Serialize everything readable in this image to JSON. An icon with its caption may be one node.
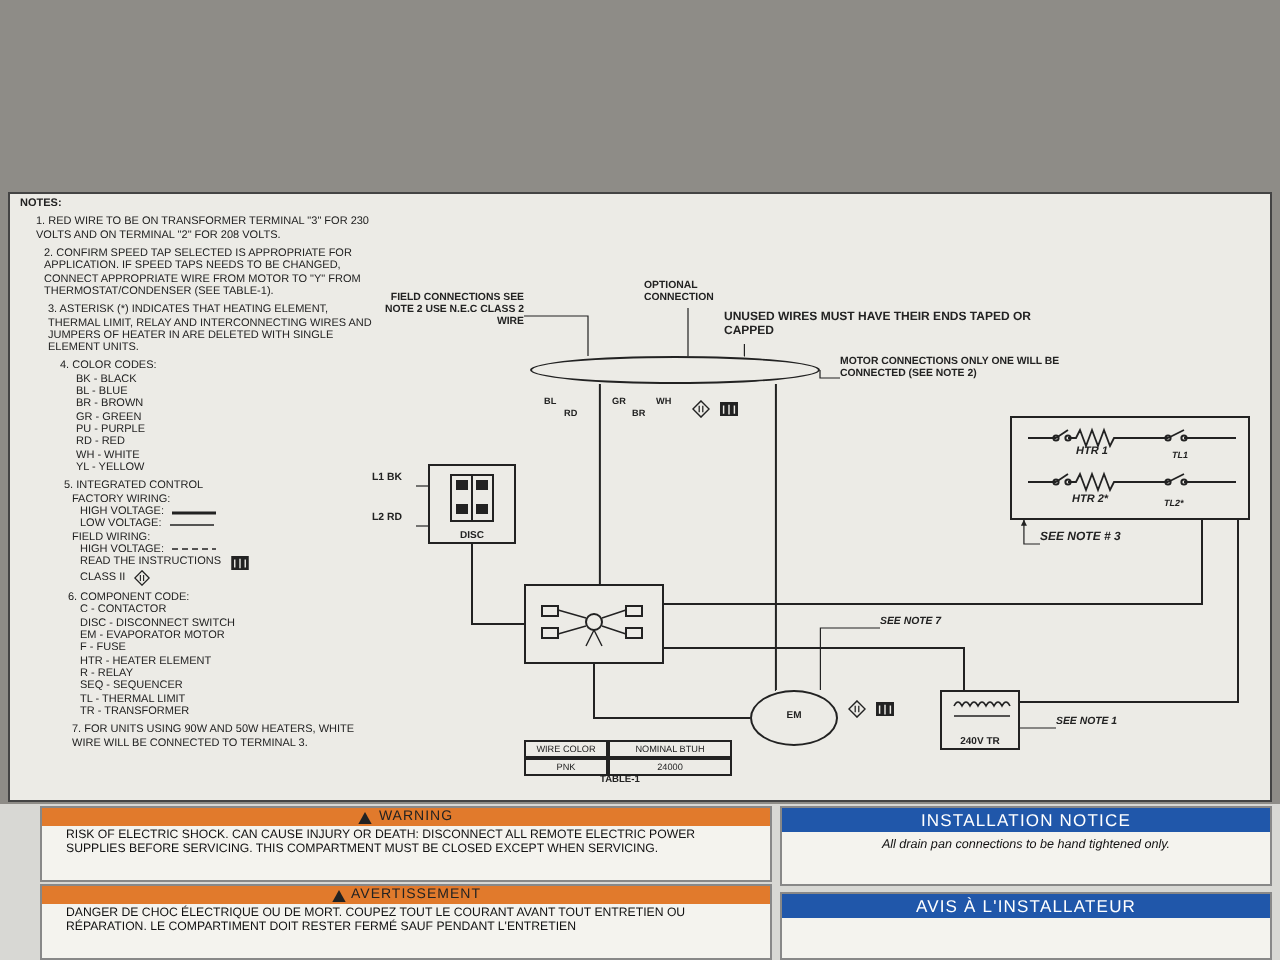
{
  "diagram": {
    "nodes": [
      {
        "text": [
          "FIELD CONNECTIONS SEE NOTE 2 USE N.E.C CLASS 2 WIRE"
        ]
      },
      {
        "text": [
          "OPTIONAL CONNECTION"
        ]
      },
      {
        "text": [
          "UNUSED WIRES MUST HAVE THEIR ENDS TAPED OR CAPPED"
        ]
      },
      {
        "text": [
          "MOTOR CONNECTIONS ONLY ONE WILL BE CONNECTED (SEE NOTE 2)"
        ]
      },
      {
        "text": [],
        "shape": "ellipse"
      },
      {
        "text": [
          "DISC"
        ]
      },
      {
        "text": [],
        "shape": "box"
      },
      {
        "text": [
          "HTR 1",
          "TL1",
          "HTR 2*",
          "TL2*"
        ]
      },
      {
        "text": [
          "SEE NOTE # 3"
        ]
      },
      {
        "text": [
          "EM"
        ]
      },
      {
        "text": [
          "SEE NOTE 7"
        ]
      },
      {
        "text": [
          "240V TR"
        ]
      },
      {
        "text": [
          "SEE NOTE 1"
        ]
      },
      {
        "text": [
          "L1 BK"
        ]
      },
      {
        "text": [
          "L2 RD"
        ]
      },
      {
        "text": [
          "WARNING",
          "RISK OF ELECTRIC SHOCK. CAN CAUSE INJURY OR DEATH: DISCONNECT ALL REMOTE ELECTRIC POWER SUPPLIES BEFORE SERVICING. THIS COMPARTMENT MUST BE CLOSED EXCEPT WHEN SERVICING."
        ]
      },
      {
        "text": [
          "AVERTISSEMENT",
          "DANGER DE CHOC ÉLECTRIQUE OU DE MORT. COUPEZ TOUT LE COURANT AVANT TOUT ENTRETIEN OU RÉPARATION. LE COMPARTIMENT DOIT RESTER FERMÉ SAUF PENDANT L'ENTRETIEN"
        ]
      },
      {
        "text": [
          "INSTALLATION NOTICE",
          "All drain pan connections to be hand tightened only."
        ]
      },
      {
        "text": [
          "AVIS À L'INSTALLATEUR"
        ]
      }
    ],
    "edges": [
      {
        "from": 0,
        "to": 4,
        "arrow": "none"
      },
      {
        "from": 1,
        "to": 4,
        "arrow": "none"
      },
      {
        "from": 2,
        "to": 4,
        "arrow": "none"
      },
      {
        "from": 3,
        "to": 4,
        "arrow": "none"
      },
      {
        "from": 8,
        "to": 7,
        "arrow": "to"
      },
      {
        "from": 10,
        "to": 9,
        "arrow": "none"
      },
      {
        "from": 12,
        "to": 11,
        "arrow": "none"
      },
      {
        "from": 13,
        "to": 5,
        "arrow": "none"
      },
      {
        "from": 14,
        "to": 5,
        "arrow": "none"
      },
      {
        "from": 5,
        "to": 6,
        "arrow": "none"
      },
      {
        "from": 4,
        "to": 6,
        "arrow": "none"
      },
      {
        "from": 4,
        "to": 9,
        "arrow": "none"
      },
      {
        "from": 6,
        "to": 7,
        "arrow": "none"
      },
      {
        "from": 6,
        "to": 9,
        "arrow": "none"
      },
      {
        "from": 6,
        "to": 11,
        "arrow": "none"
      },
      {
        "from": 11,
        "to": 7,
        "arrow": "none"
      }
    ],
    "labels": [
      "NOTES:",
      "1. RED WIRE TO BE ON TRANSFORMER TERMINAL \"3\" FOR 230 VOLTS AND ON TERMINAL \"2\" FOR 208 VOLTS.",
      "2. CONFIRM SPEED TAP SELECTED IS APPROPRIATE FOR APPLICATION. IF SPEED TAPS NEEDS TO BE CHANGED, CONNECT APPROPRIATE WIRE FROM MOTOR TO \"Y\" FROM THERMOSTAT/CONDENSER (SEE TABLE-1).",
      "3. ASTERISK (*) INDICATES THAT HEATING ELEMENT, THERMAL LIMIT, RELAY AND INTERCONNECTING WIRES AND JUMPERS OF HEATER IN ARE DELETED WITH SINGLE ELEMENT UNITS.",
      "4. COLOR CODES:",
      "BK - BLACK",
      "BL - BLUE",
      "BR - BROWN",
      "GR - GREEN",
      "PU - PURPLE",
      "RD - RED",
      "WH - WHITE",
      "YL - YELLOW",
      "5. INTEGRATED CONTROL",
      "FACTORY WIRING:",
      "FIELD WIRING:",
      "READ THE INSTRUCTIONS",
      "CLASS II",
      "6. COMPONENT CODE:",
      "C - CONTACTOR",
      "DISC - DISCONNECT SWITCH",
      "EM - EVAPORATOR MOTOR",
      "F - FUSE",
      "HTR - HEATER ELEMENT",
      "R - RELAY",
      "SEQ - SEQUENCER",
      "TL - THERMAL LIMIT",
      "TR - TRANSFORMER",
      "7. FOR UNITS USING 90W AND 50W HEATERS, WHITE WIRE WILL BE CONNECTED TO TERMINAL 3.",
      "BL",
      "RD",
      "GR",
      "BR",
      "WH",
      "WIRE COLOR",
      "NOMINAL BTUH",
      "PNK",
      "24000",
      "TABLE-1"
    ],
    "legend": [
      {
        "text": "HIGH VOLTAGE:"
      },
      {
        "text": "LOW VOLTAGE:"
      },
      {
        "text": "HIGH VOLTAGE:"
      }
    ]
  }
}
